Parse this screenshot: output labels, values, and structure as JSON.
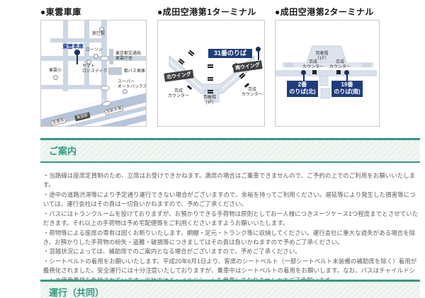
{
  "colors": {
    "accent_green": "#2f9c82",
    "navy_box": "#1e3d7e",
    "wing_box_dark": "#404043"
  },
  "maps": {
    "shinonome": {
      "title": "●東雲車庫",
      "depot": "東雲車庫",
      "lawson": "ローソン",
      "station_ne": "辰巳駅",
      "school": "東雲小",
      "yamato_line1": "ヤマト",
      "yamato_line2": "ロジスティクス",
      "kotsukyoku_line1": "東京都交通局",
      "kotsukyoku_line2": "東雲庁舎",
      "tobus_depot": "都バス車庫",
      "autobacs_line1": "スーパー",
      "autobacs_line2": "オートバックス",
      "highway": "首都高速湾岸線",
      "sign_left": "至豊洲",
      "sign_station": "東雲駅",
      "sign_right": "至新木場"
    },
    "terminal1": {
      "title": "●成田空港第1ターミナル",
      "stop": "31番のりば",
      "south_wing": "南ウイング",
      "north_wing": "北ウイング",
      "keisei_left_line1": "京成",
      "keisei_left_line2": "カウンター",
      "keisei_right_line1": "京成",
      "keisei_right_line2": "カウンター",
      "arrival_line1": "到着階",
      "arrival_line2": "(1F)"
    },
    "terminal2": {
      "title": "●成田空港第2ターミナル",
      "arrival_line1": "到着階",
      "arrival_line2": "（1F）",
      "keisei_left_line1": "京成",
      "keisei_left_line2": "カウンター",
      "keisei_right_line1": "京成",
      "keisei_right_line2": "カウンター",
      "stop_north_line1": "2番",
      "stop_north_line2": "のりば(北)",
      "stop_south_line1": "19番",
      "stop_south_line2": "のりば(南)"
    }
  },
  "guide": {
    "title": "ご案内",
    "items": [
      "・当路線は座席定員制のため、立席はお受けできかねます。満席の場合はご乗車できませんので、ご予約の上でのご利用をお願いいたします。",
      "・途中の道路渋滞等により予定通り運行できない場合がございますので、余裕を持ってご利用ください。遅延等により発生した損害等については、運行会社はその責は一切負いかねますので、予めご了承ください。",
      "・バスにはトランクルームを設けておりますが、お預かりできる手荷物は原則としてお一人様につきスーツケース1つ程度までとさせていただきます。それ以上の手荷物は予め宅配便等をご利用くださいますようお願いいたします。",
      "・荷物等による座席の専有は固くお断りいたします。網棚・足元・トランク等に収納してください。運行会社に重大な過失がある場合を除き、お預かりした手荷物の紛失・盗難・破損等につきましてはその責は負いかねますので予めご了承ください。",
      "・混雑状況によっては、補助席でのご案内となる場合がございますので、予めご了承ください。",
      "・シートベルトの着用をお願いいたします。平成20年6月1日より、客席のシートベルト（一部シートベルト未装備の補助席を除く）着用が義務化されました。安全運行には十分注意いたしておりますが、乗車中はシートベルトの着用をお願いします。なお、バスはチャイルドシートの使用義務を免除されています。当社ではチャイルドシートを用意しておりませんのでご了承願います。"
    ]
  },
  "operation": {
    "title": "運行（共同）"
  }
}
